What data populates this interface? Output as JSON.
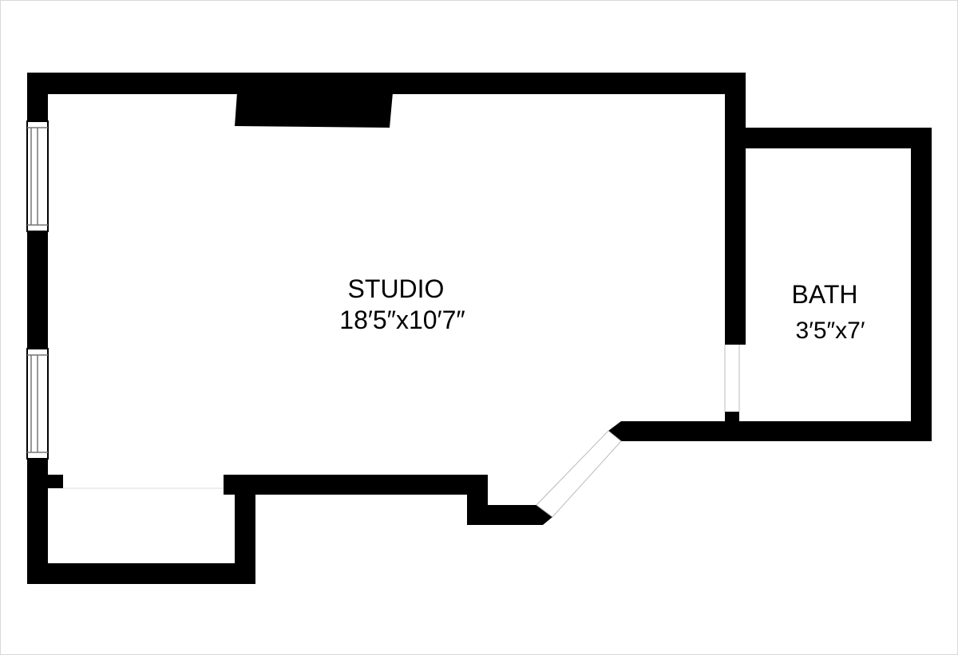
{
  "colors": {
    "wall": "#000000",
    "floor": "#ffffff",
    "window_line": "#777777"
  },
  "rooms": {
    "studio": {
      "name": "STUDIO",
      "dimensions": "18′5″x10′7″"
    },
    "bath": {
      "name": "BATH",
      "dimensions": "3′5″x7′"
    }
  }
}
